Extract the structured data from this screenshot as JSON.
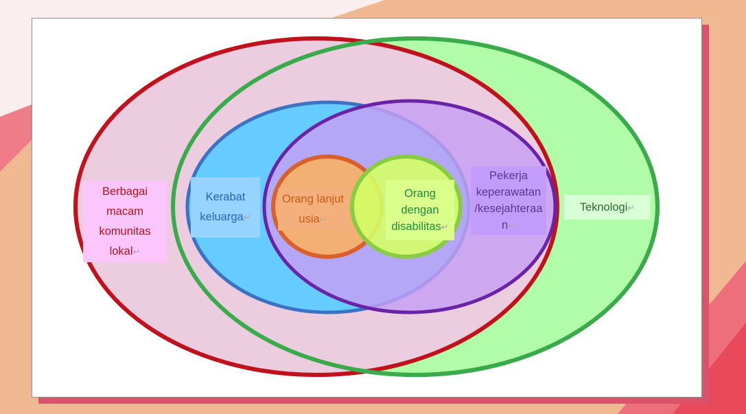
{
  "labels": {
    "komunitas": {
      "lines": [
        "Berbagai",
        "macam",
        "komunitas",
        "lokal"
      ]
    },
    "kerabat": {
      "lines": [
        "Kerabat",
        "keluarga"
      ]
    },
    "lansia": {
      "lines": [
        "Orang lanjut",
        "usia"
      ]
    },
    "disabilitas": {
      "lines": [
        "Orang",
        "dengan",
        "disabilitas"
      ]
    },
    "pekerja": {
      "lines": [
        "Pekerja",
        "keperawatan",
        "/kesejahteraa",
        "n"
      ]
    },
    "teknologi": {
      "lines": [
        "Teknologi"
      ]
    }
  },
  "paragraph_mark": "↵",
  "colors": {
    "komunitas_fill": "#ecccdf",
    "komunitas_stroke": "#c0121c",
    "teknologi_fill": "#b0fca8",
    "teknologi_stroke": "#3aab4a",
    "kerabat_fill": "#66ccff",
    "kerabat_stroke": "#3a72c4",
    "pekerja_fill": "#c6a0f4",
    "pekerja_stroke": "#6a22a6",
    "lansia_fill": "#f2b072",
    "lansia_stroke": "#d9602a",
    "disabilitas_fill": "#d4ff66",
    "disabilitas_stroke": "#88cc44"
  }
}
